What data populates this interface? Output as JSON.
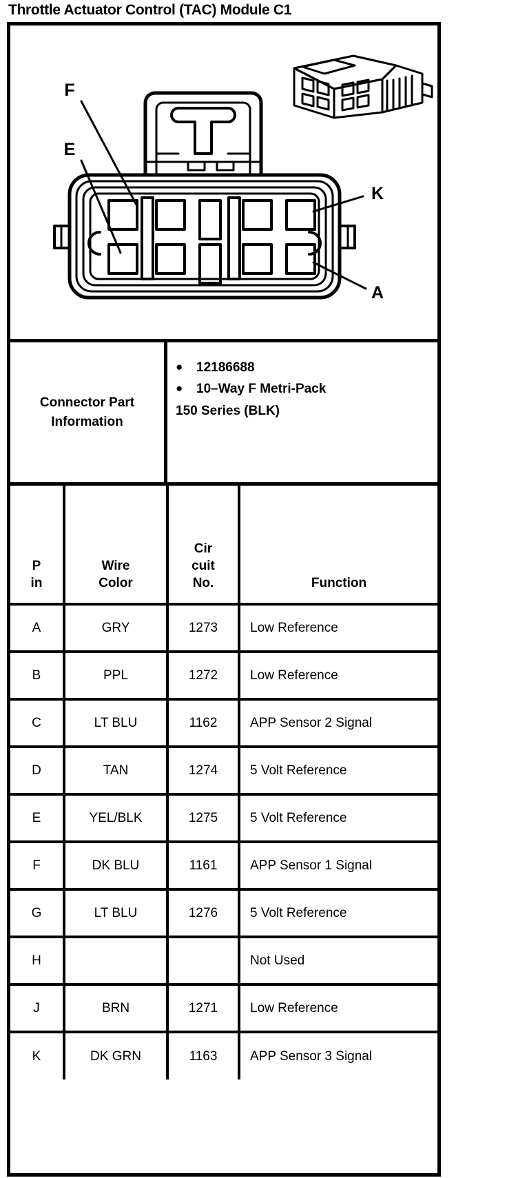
{
  "title": "Throttle Actuator Control (TAC) Module C1",
  "illustration": {
    "callouts": [
      {
        "label": "F"
      },
      {
        "label": "E"
      },
      {
        "label": "K"
      },
      {
        "label": "A"
      }
    ],
    "description": "Front face view of 10-way female connector with two rows of five terminal cavities, plus small three-quarter perspective view of mating connector"
  },
  "connector_part_information": {
    "label": "Connector Part Information",
    "bullets": [
      "12186688",
      "10–Way F Metri-Pack"
    ],
    "continuation": "150 Series (BLK)"
  },
  "pin_table": {
    "headers": {
      "pin_line1": "P",
      "pin_line2": "in",
      "wire_line1": "Wire",
      "wire_line2": "Color",
      "circuit_line1": "Cir",
      "circuit_line2": "cuit",
      "circuit_line3": "No.",
      "function": "Function"
    },
    "rows": [
      {
        "pin": "A",
        "wire_color": "GRY",
        "circuit_no": "1273",
        "function": "Low Reference"
      },
      {
        "pin": "B",
        "wire_color": "PPL",
        "circuit_no": "1272",
        "function": "Low Reference"
      },
      {
        "pin": "C",
        "wire_color": "LT BLU",
        "circuit_no": "1162",
        "function": "APP Sensor 2 Signal"
      },
      {
        "pin": "D",
        "wire_color": "TAN",
        "circuit_no": "1274",
        "function": "5 Volt Reference"
      },
      {
        "pin": "E",
        "wire_color": "YEL/BLK",
        "circuit_no": "1275",
        "function": "5 Volt Reference"
      },
      {
        "pin": "F",
        "wire_color": "DK BLU",
        "circuit_no": "1161",
        "function": "APP Sensor 1 Signal"
      },
      {
        "pin": "G",
        "wire_color": "LT BLU",
        "circuit_no": "1276",
        "function": "5 Volt Reference"
      },
      {
        "pin": "H",
        "wire_color": "",
        "circuit_no": "",
        "function": "Not Used"
      },
      {
        "pin": "J",
        "wire_color": "BRN",
        "circuit_no": "1271",
        "function": "Low Reference"
      },
      {
        "pin": "K",
        "wire_color": "DK GRN",
        "circuit_no": "1163",
        "function": "APP Sensor 3 Signal"
      }
    ]
  }
}
